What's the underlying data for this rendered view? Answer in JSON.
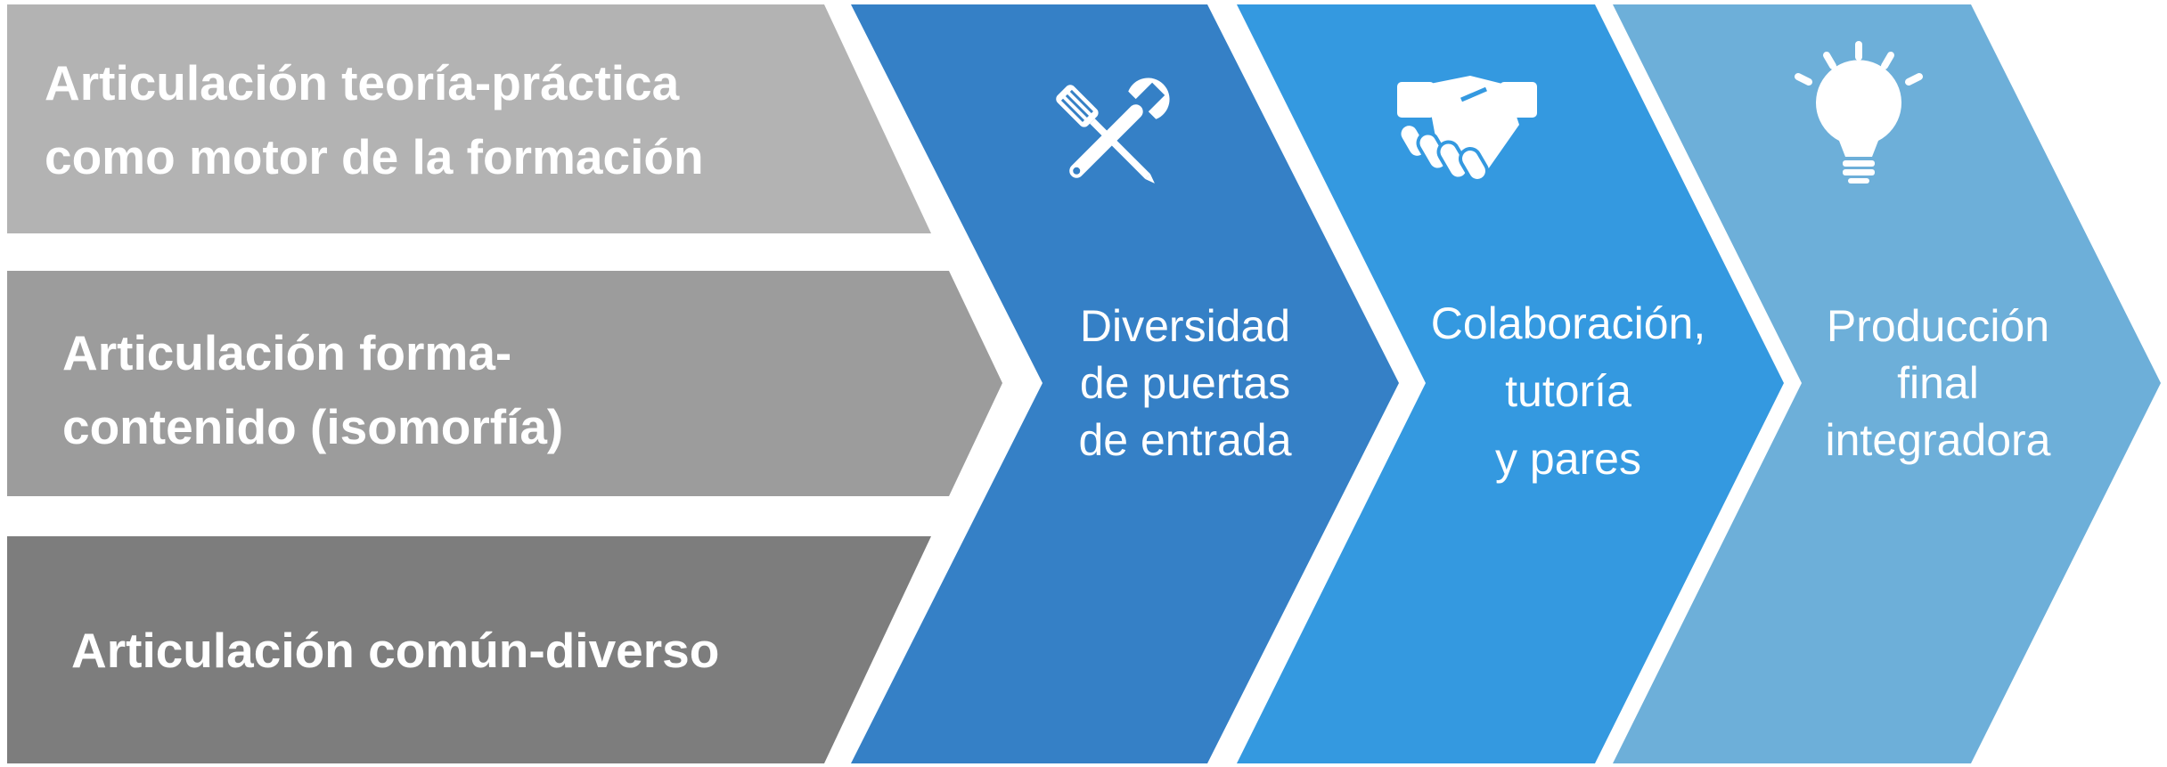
{
  "articulations": [
    {
      "label": "Articulación teoría-práctica\ncomo motor de la formación",
      "color": "#b3b3b3"
    },
    {
      "label": "Articulación forma-\ncontenido (isomorfía)",
      "color": "#9c9c9c"
    },
    {
      "label": "Articulación común-diverso",
      "color": "#7d7d7d"
    }
  ],
  "steps": [
    {
      "label": "Diversidad\nde puertas\nde entrada",
      "icon": "tools-icon",
      "color": "#3580c6"
    },
    {
      "label": "Colaboración,\ntutoría\ny pares",
      "icon": "handshake-icon",
      "color": "#3499e0"
    },
    {
      "label": "Producción\nfinal\nintegradora",
      "icon": "lightbulb-icon",
      "color": "#6dafd9"
    }
  ]
}
